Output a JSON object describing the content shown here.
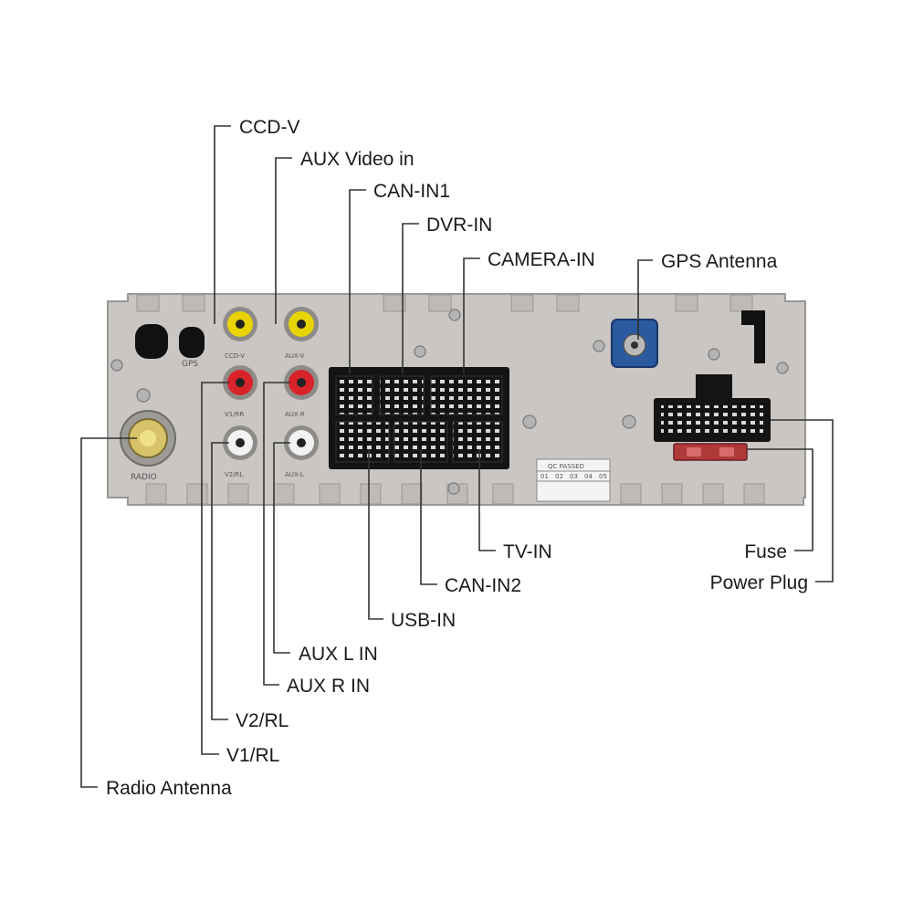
{
  "callouts": {
    "ccd_v": "CCD-V",
    "aux_video_in": "AUX Video in",
    "can_in1": "CAN-IN1",
    "dvr_in": "DVR-IN",
    "camera_in": "CAMERA-IN",
    "gps_antenna": "GPS Antenna",
    "tv_in": "TV-IN",
    "can_in2": "CAN-IN2",
    "usb_in": "USB-IN",
    "aux_l_in": "AUX L IN",
    "aux_r_in": "AUX R IN",
    "v2_rl": "V2/RL",
    "v1_rl": "V1/RL",
    "radio_antenna": "Radio Antenna",
    "fuse": "Fuse",
    "power_plug": "Power Plug"
  },
  "panel_labels": {
    "gps": "GPS",
    "radio": "RADIO",
    "ccd_v": "CCD-V",
    "aux_v": "AUX-V",
    "v1_rr": "V1/RR",
    "aux_r": "AUX-R",
    "v2_rl": "V2/RL",
    "aux_l": "AUX-L"
  },
  "qc_sticker": {
    "title": "QC PASSED",
    "cells": [
      "01",
      "02",
      "03",
      "04",
      "05"
    ]
  },
  "colors": {
    "panel": "#c9c6c4",
    "rca_yellow": "#e8d400",
    "rca_red": "#d8232a",
    "rca_white": "#f2f2f2",
    "fakra_blue": "#2a5aa0",
    "fuse_red": "#b03a3a",
    "connector_black": "#141414"
  }
}
